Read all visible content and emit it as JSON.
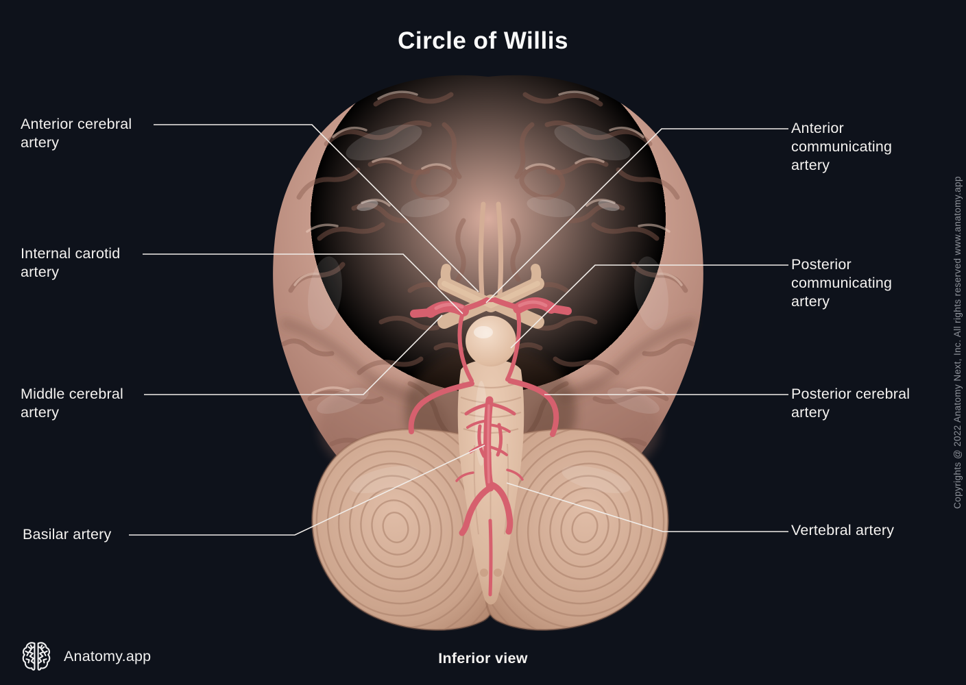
{
  "title": "Circle of Willis",
  "view_label": "Inferior view",
  "brand": {
    "name": "Anatomy.app",
    "logo_icon": "brain-logo-icon"
  },
  "copyright": "Copyrights @ 2022 Anatomy Next, Inc. All rights reserved www.anatomy.app",
  "colors": {
    "background": "#0e121b",
    "title_text": "#fafafa",
    "label_text": "#f4f2f0",
    "leader_line": "#f1ede9",
    "copyright_text": "#8f939b",
    "artery_red": "#d6606e",
    "cerebrum": "#c79a8b",
    "cerebellum": "#d8b39e",
    "brainstem": "#e5c4ad"
  },
  "labels": {
    "left": [
      {
        "id": "anterior-cerebral-artery",
        "text": "Anterior cerebral\nartery"
      },
      {
        "id": "internal-carotid-artery",
        "text": "Internal carotid\nartery"
      },
      {
        "id": "middle-cerebral-artery",
        "text": "Middle cerebral\nartery"
      },
      {
        "id": "basilar-artery",
        "text": "Basilar artery"
      }
    ],
    "right": [
      {
        "id": "anterior-communicating-artery",
        "text": "Anterior\ncommunicating\nartery"
      },
      {
        "id": "posterior-communicating-artery",
        "text": "Posterior\ncommunicating\nartery"
      },
      {
        "id": "posterior-cerebral-artery",
        "text": "Posterior cerebral\nartery"
      },
      {
        "id": "vertebral-artery",
        "text": "Vertebral artery"
      }
    ]
  }
}
